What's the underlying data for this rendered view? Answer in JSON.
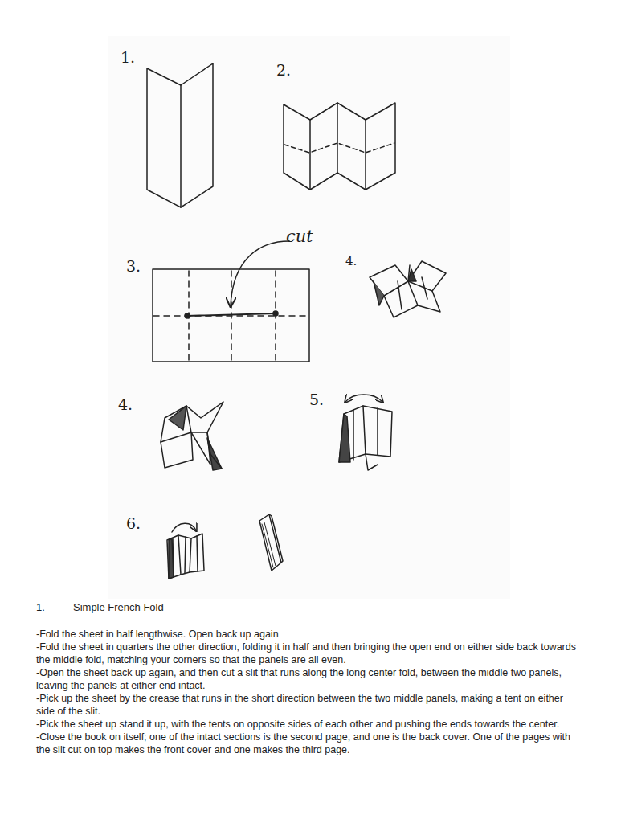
{
  "diagram": {
    "title": "Simple French Fold",
    "labels": [
      "1.",
      "2.",
      "cut",
      "3.",
      "4.",
      "4.",
      "5.",
      "6.",
      "1.",
      "-Fold the sheet in half lengthwise. Open back up again",
      "-Fold the sheet in quarters the other direction, folding it in half and then bringing the open end on either side back towards the middle fold, matching your corners so that the panels are all even.",
      "-Open the sheet back up again, and then cut a slit that runs along the long center fold, between the middle two panels, leaving the panels at either end intact.",
      "-Pick up the sheet by the crease that runs in the short direction between the two middle panels, making a tent on either side of the slit.",
      "-Pick the sheet up stand it up, with the tents on opposite sides of each other and pushing the ends towards the center.",
      "-Close the book on itself; one of the intact sections is the second page, and one is the back cover. One of the pages with the slit cut on top makes the front cover and one makes the third page."
    ]
  }
}
